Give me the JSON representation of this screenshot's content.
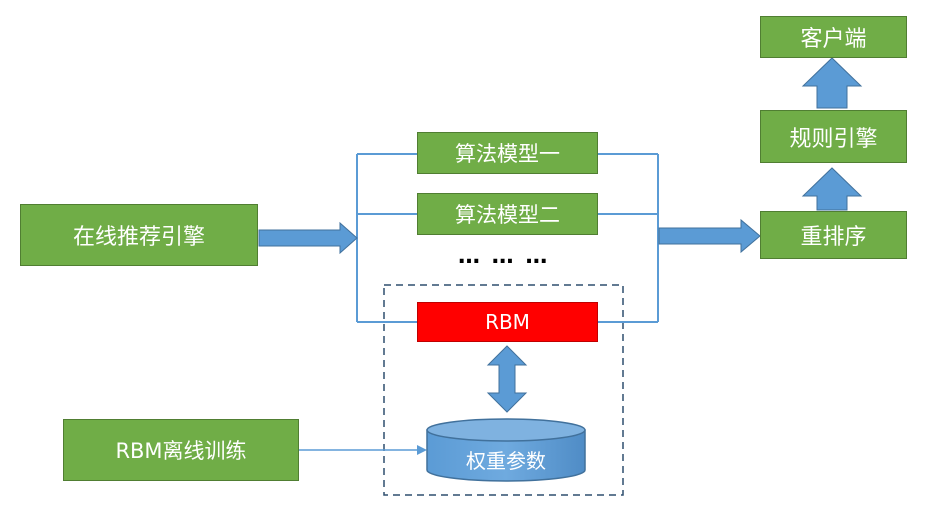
{
  "nodes": {
    "online_engine": "在线推荐引擎",
    "model_one": "算法模型一",
    "model_two": "算法模型二",
    "ellipsis": "… … …",
    "rbm": "RBM",
    "weights": "权重参数",
    "offline_training": "RBM离线训练",
    "rerank": "重排序",
    "rule_engine": "规则引擎",
    "client": "客户端"
  },
  "colors": {
    "node_fill": "#70ad47",
    "node_border": "#507e32",
    "rbm_fill": "#ff0000",
    "arrow_fill": "#5b9bd5",
    "line": "#5b9bd5",
    "dashed_border": "#2f4f6f"
  }
}
